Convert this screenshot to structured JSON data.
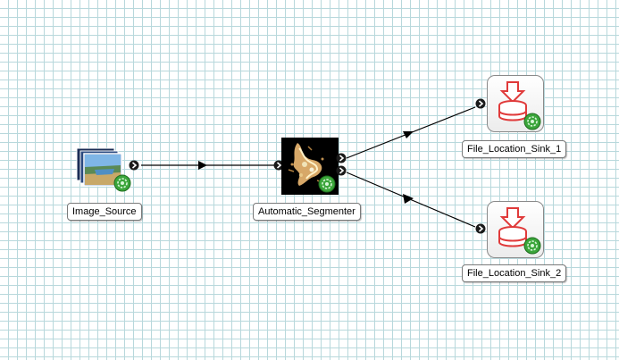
{
  "nodes": {
    "image_source": {
      "label": "Image_Source",
      "icon": "image-stack-icon"
    },
    "segmenter": {
      "label": "Automatic_Segmenter",
      "icon": "segmented-image-icon"
    },
    "sink1": {
      "label": "File_Location_Sink_1",
      "icon": "database-download-icon"
    },
    "sink2": {
      "label": "File_Location_Sink_2",
      "icon": "database-download-icon"
    }
  },
  "colors": {
    "grid": "#b8d8dc",
    "edge": "#000000",
    "sink_red": "#e03a3a",
    "status_green": "#3aa53a"
  }
}
